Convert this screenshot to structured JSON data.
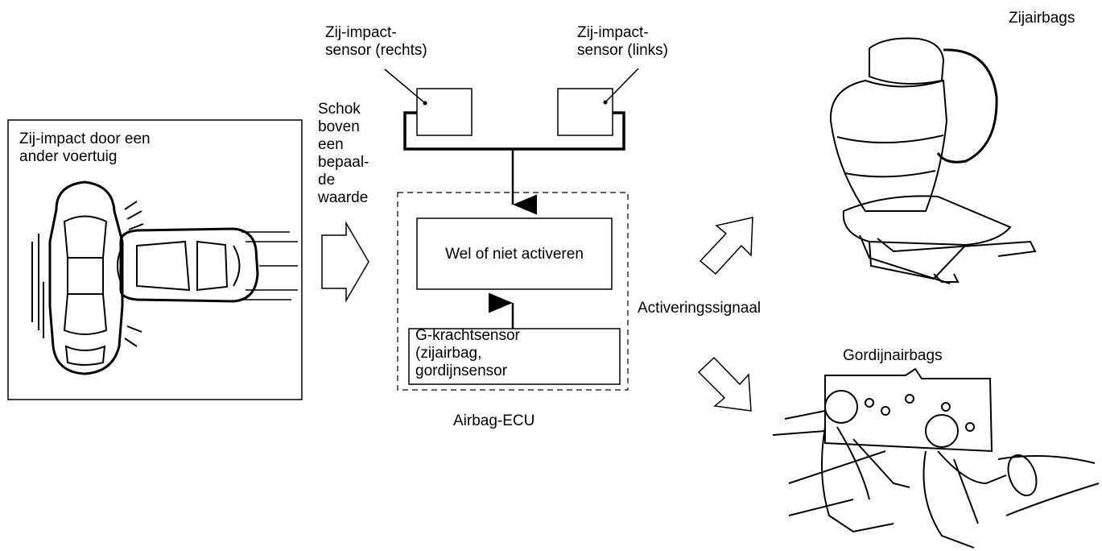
{
  "labels": {
    "impact_box": "Zij-impact door een\nander voertuig",
    "shock": "Schok\nboven\neen\nbepaal-\nde\nwaarde",
    "sensor_right": "Zij-impact-\nsensor (rechts)",
    "sensor_left": "Zij-impact-\nsensor (links)",
    "decision": "Wel of niet activeren",
    "g_sensor": "G-krachtsensor\n(zijairbag,\ngordijnsensor",
    "ecu": "Airbag-ECU",
    "activation_signal": "Activeringssignaal",
    "side_airbags": "Zijairbags",
    "curtain_airbags": "Gordijnairbags"
  },
  "icons": [
    "crash-scene-illustration",
    "seat-side-airbag-illustration",
    "curtain-airbag-illustration"
  ]
}
